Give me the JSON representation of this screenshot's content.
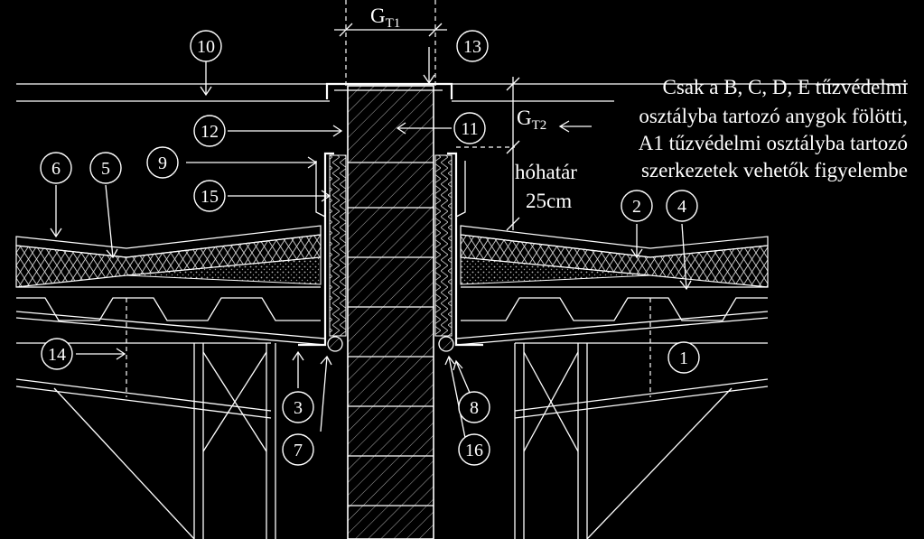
{
  "callouts": [
    "1",
    "2",
    "3",
    "4",
    "5",
    "6",
    "7",
    "8",
    "9",
    "10",
    "11",
    "12",
    "13",
    "14",
    "15",
    "16"
  ],
  "dims": {
    "gt1_main": "G",
    "gt1_sub": "T1",
    "gt2_main": "G",
    "gt2_sub": "T2"
  },
  "note_lines": [
    "Csak a B, C, D, E tűzvédelmi",
    "osztályba tartozó anygok fölötti,",
    "A1 tűzvédelmi osztályba tartozó",
    "szerkezetek vehetők figyelembe"
  ],
  "snow_label": "hóhatár",
  "snow_value": "25cm",
  "colors": {
    "background": "#000000",
    "lines": "#ffffff"
  }
}
